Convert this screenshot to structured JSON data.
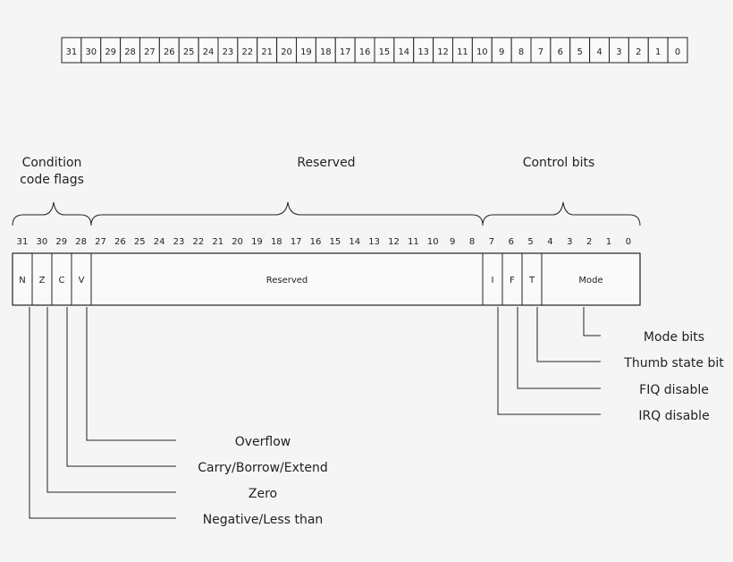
{
  "bit_ruler": [
    "31",
    "30",
    "29",
    "28",
    "27",
    "26",
    "25",
    "24",
    "23",
    "22",
    "21",
    "20",
    "19",
    "18",
    "17",
    "16",
    "15",
    "14",
    "13",
    "12",
    "11",
    "10",
    "9",
    "8",
    "7",
    "6",
    "5",
    "4",
    "3",
    "2",
    "1",
    "0"
  ],
  "groups": {
    "condition": [
      "Condition",
      "code flags"
    ],
    "reserved": "Reserved",
    "control": "Control bits"
  },
  "bit_labels": [
    "31",
    "30",
    "29",
    "28",
    "27",
    "26",
    "25",
    "24",
    "23",
    "22",
    "21",
    "20",
    "19",
    "18",
    "17",
    "16",
    "15",
    "14",
    "13",
    "12",
    "11",
    "10",
    "9",
    "8",
    "7",
    "6",
    "5",
    "4",
    "3",
    "2",
    "1",
    "0"
  ],
  "register": {
    "flags": [
      "N",
      "Z",
      "C",
      "V"
    ],
    "reserved_label": "Reserved",
    "controls": [
      "I",
      "F",
      "T"
    ],
    "mode_label": "Mode"
  },
  "right_callouts": [
    "Mode bits",
    "Thumb state bit",
    "FIQ disable",
    "IRQ disable"
  ],
  "left_callouts": [
    "Overflow",
    "Carry/Borrow/Extend",
    "Zero",
    "Negative/Less than"
  ]
}
